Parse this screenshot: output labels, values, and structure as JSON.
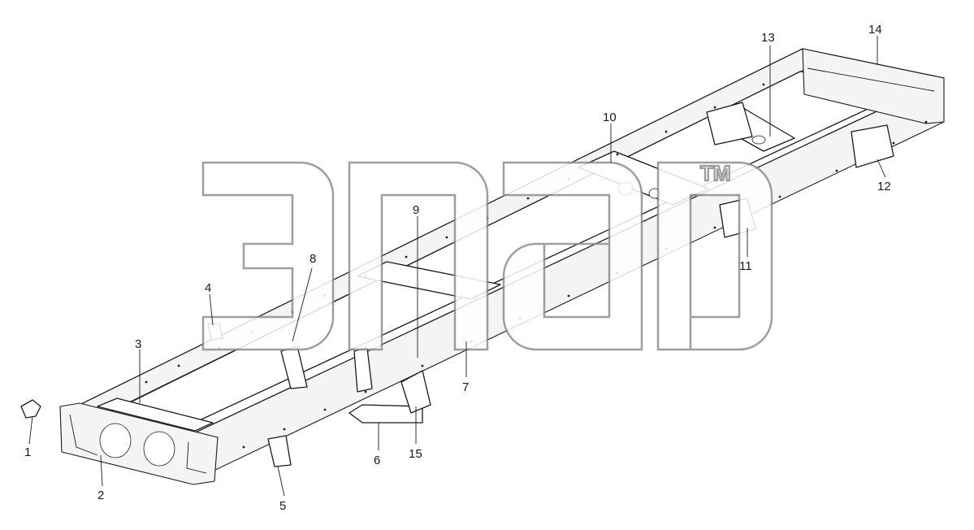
{
  "diagram": {
    "watermark": {
      "trademark": "TM"
    },
    "callouts": [
      {
        "id": "c1",
        "text": "1"
      },
      {
        "id": "c2",
        "text": "2"
      },
      {
        "id": "c3",
        "text": "3"
      },
      {
        "id": "c4",
        "text": "4"
      },
      {
        "id": "c5",
        "text": "5"
      },
      {
        "id": "c6",
        "text": "6"
      },
      {
        "id": "c7",
        "text": "7"
      },
      {
        "id": "c8",
        "text": "8"
      },
      {
        "id": "c9",
        "text": "9"
      },
      {
        "id": "c10",
        "text": "10"
      },
      {
        "id": "c11",
        "text": "11"
      },
      {
        "id": "c12",
        "text": "12"
      },
      {
        "id": "c13",
        "text": "13"
      },
      {
        "id": "c14",
        "text": "14"
      },
      {
        "id": "c15",
        "text": "15"
      }
    ]
  }
}
